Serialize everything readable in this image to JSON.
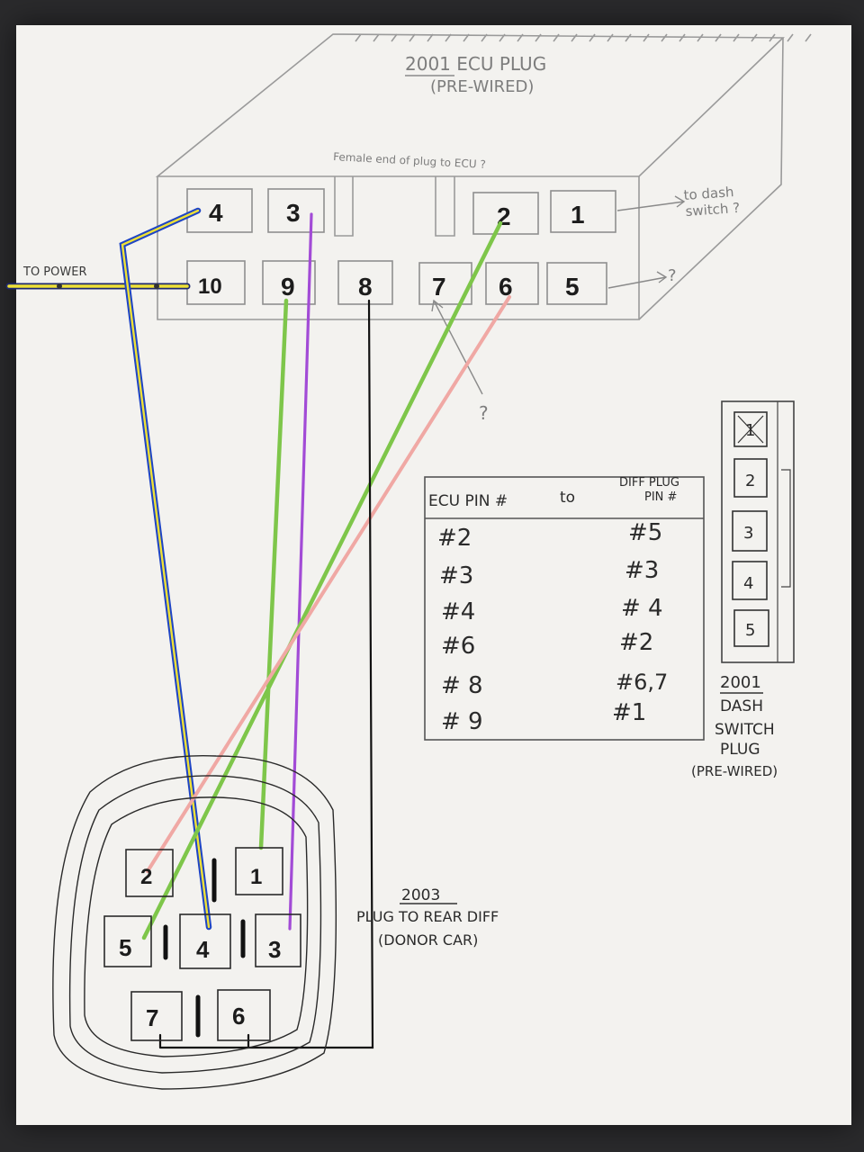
{
  "ecu_plug": {
    "title_line1": "2001 ECU PLUG",
    "title_line2": "(PRE-WIRED)",
    "note": "Female end of plug to ECU ?",
    "top_row_pins": [
      "4",
      "3",
      "2",
      "1"
    ],
    "bottom_row_pins": [
      "10",
      "9",
      "8",
      "7",
      "6",
      "5"
    ],
    "to_dash_note_1": "to dash",
    "to_dash_note_2": "switch ?",
    "pin5_note": "?",
    "pin7_note": "?",
    "to_power": "TO POWER"
  },
  "table": {
    "header_left": "ECU PIN #",
    "header_mid": "to",
    "header_right_1": "DIFF PLUG",
    "header_right_2": "PIN #",
    "rows": [
      {
        "ecu": "#2",
        "diff": "#5"
      },
      {
        "ecu": "#3",
        "diff": "#3"
      },
      {
        "ecu": "#4",
        "diff": "# 4"
      },
      {
        "ecu": "#6",
        "diff": "#2"
      },
      {
        "ecu": "# 8",
        "diff": "#6,7"
      },
      {
        "ecu": "# 9",
        "diff": "#1"
      }
    ]
  },
  "dash_plug": {
    "pins": [
      "1",
      "2",
      "3",
      "4",
      "5"
    ],
    "label": [
      "2001",
      "DASH",
      "SWITCH",
      "PLUG",
      "(PRE-WIRED)"
    ]
  },
  "diff_plug": {
    "pins": [
      "2",
      "1",
      "5",
      "4",
      "3",
      "7",
      "6"
    ],
    "label_line1": "2003",
    "label_line2": "PLUG TO REAR DIFF",
    "label_line3": "(DONOR CAR)"
  },
  "wire_colors": {
    "blue_yellow": "#1f45c4",
    "yellow": "#efe136",
    "green": "#7ec64a",
    "purple": "#a24bd6",
    "black": "#111111",
    "pink": "#f0a8a4"
  }
}
